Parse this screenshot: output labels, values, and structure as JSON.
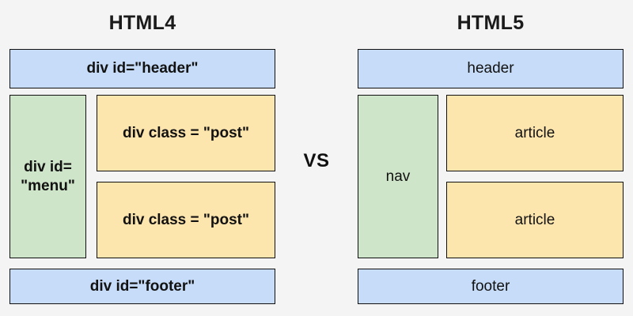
{
  "diagram": {
    "background_color": "#f4f4f4",
    "comparison_label": "VS",
    "colors": {
      "blue": "#c6dcf8",
      "green": "#cfe5c9",
      "orange": "#fde5ae",
      "border": "#101010",
      "text": "#121212",
      "background": "#f4f4f4"
    },
    "panels": [
      {
        "id": "html4",
        "title": "HTML4",
        "boxes": [
          {
            "name": "header",
            "label": "div id=\"header\"",
            "color": "blue"
          },
          {
            "name": "menu",
            "label": "div id=\n\"menu\"",
            "color": "green"
          },
          {
            "name": "post-1",
            "label": "div class = \"post\"",
            "color": "orange"
          },
          {
            "name": "post-2",
            "label": "div class = \"post\"",
            "color": "orange"
          },
          {
            "name": "footer",
            "label": "div id=\"footer\"",
            "color": "blue"
          }
        ]
      },
      {
        "id": "html5",
        "title": "HTML5",
        "boxes": [
          {
            "name": "header",
            "label": "header",
            "color": "blue"
          },
          {
            "name": "nav",
            "label": "nav",
            "color": "green"
          },
          {
            "name": "article-1",
            "label": "article",
            "color": "orange"
          },
          {
            "name": "article-2",
            "label": "article",
            "color": "orange"
          },
          {
            "name": "footer",
            "label": "footer",
            "color": "blue"
          }
        ]
      }
    ]
  }
}
